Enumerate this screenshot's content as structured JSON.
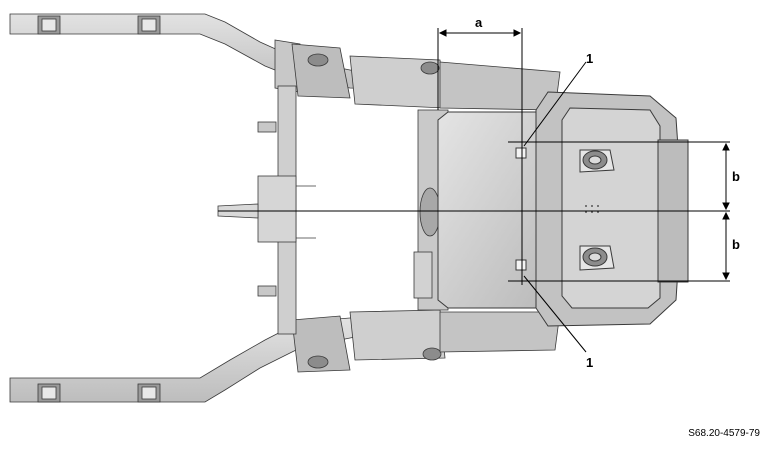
{
  "callouts": {
    "a": "a",
    "b_upper": "b",
    "b_lower": "b",
    "one_top": "1",
    "one_bottom": "1"
  },
  "figure_ref": "S68.20-4579-79",
  "colors": {
    "frame_fill": "#d9d9d9",
    "frame_dark": "#8c8c8c",
    "frame_light": "#f0f0f0",
    "outline": "#3a3a3a",
    "dimension_line": "#000000"
  }
}
